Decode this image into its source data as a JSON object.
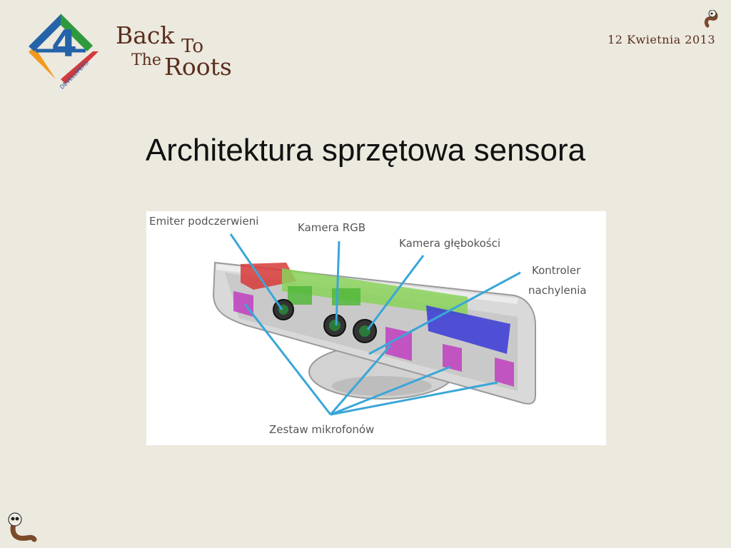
{
  "header": {
    "logo_text": "DEVELOPERS",
    "event_word_back": "Back",
    "event_word_to": "To",
    "event_word_the": "The",
    "event_word_roots": "Roots",
    "date": "12 Kwietnia 2013"
  },
  "slide": {
    "title": "Architektura sprzętowa sensora"
  },
  "diagram": {
    "labels": {
      "ir_emitter": "Emiter podczerwieni",
      "rgb_camera": "Kamera RGB",
      "depth_camera": "Kamera głębokości",
      "tilt_controller_line1": "Kontroler",
      "tilt_controller_line2": "nachylenia",
      "microphone_array": "Zestaw mikrofonów"
    },
    "colors": {
      "callout_line": "#3aa6d8",
      "ir_emitter_part": "#d83a3a",
      "board_part": "#8ad25a",
      "tilt_part": "#3a3ad8",
      "mic_part": "#c040c0",
      "shell": "#d4d4d4"
    }
  }
}
